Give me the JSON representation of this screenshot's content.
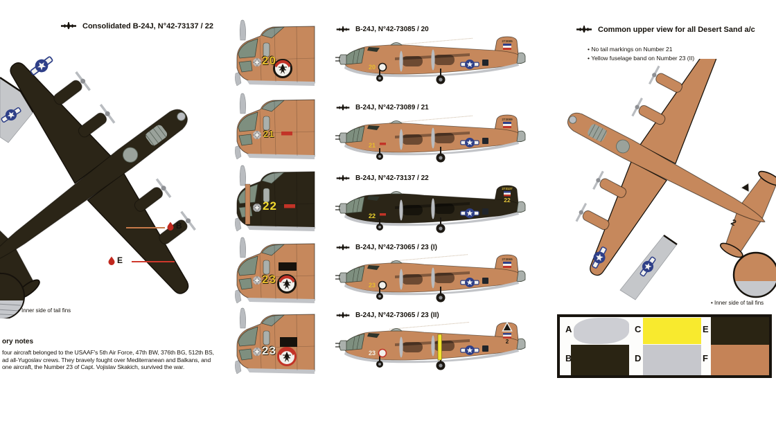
{
  "left": {
    "header": "Consolidated B-24J, N°42-73137 / 22",
    "callouts": {
      "b": "B",
      "e": "E"
    },
    "tail_fin_note": "Inner side of tail fins"
  },
  "history_notes": {
    "heading": "ory notes",
    "lines": [
      "four aircraft belonged to the USAAF's 5th Air Force, 47th BW, 376th BG, 512th BS,",
      "ad all-Yugoslav crews. They bravely fought over Mediterranean and Balkans, and",
      "one aircraft, the Number 23 of Capt. Vojislav Skakich, survived the war."
    ]
  },
  "noses": [
    {
      "number": "20",
      "number_color": "#e8bc2e"
    },
    {
      "number": "21",
      "number_color": "#e8bc2e"
    },
    {
      "number": "22",
      "number_color": "#f2d92e"
    },
    {
      "number": "23",
      "number_color": "#e8bc2e"
    },
    {
      "number": "23",
      "number_color": "#f4f1e8"
    }
  ],
  "profiles": [
    {
      "label": "B-24J, N°42-73085 / 20",
      "nose_number": "20",
      "tail_serial": "273085"
    },
    {
      "label": "B-24J, N°42-73089 / 21",
      "nose_number": "21",
      "tail_serial": "273089"
    },
    {
      "label": "B-24J, N°42-73137 / 22",
      "nose_number": "22",
      "tail_serial": "273137",
      "tail_number": "22"
    },
    {
      "label": "B-24J, N°42-73065 / 23 (I)",
      "nose_number": "23",
      "tail_serial": "273065"
    },
    {
      "label": "B-24J, N°42-73065 / 23 (II)",
      "nose_number": "23",
      "tail_serial": "273065",
      "tail_number": "2"
    }
  ],
  "right": {
    "header": "Common upper view for all Desert Sand a/c",
    "bullets": [
      "No tail markings on Number 21",
      "Yellow fuselage band on Number 23 (II)"
    ],
    "tail_number": "2",
    "tail_fin_note": "Inner side of tail fins"
  },
  "color_chart": {
    "swatches": [
      {
        "label": "A",
        "color": "#c9cacf"
      },
      {
        "label": "B",
        "color": "#2a2413"
      },
      {
        "label": "C",
        "color": "#f8ea2e"
      },
      {
        "label": "D",
        "color": "#c6c7cc"
      },
      {
        "label": "E",
        "color": "#2a2413"
      },
      {
        "label": "F",
        "color": "#c58357"
      }
    ]
  },
  "palette": {
    "desert_sand": "#c6885c",
    "olive_drab": "#2b2517",
    "underside_gray": "#c6c8cc",
    "marking_yellow": "#f3e62e",
    "marking_red": "#cf382c",
    "insignia_blue": "#2e3f88"
  }
}
